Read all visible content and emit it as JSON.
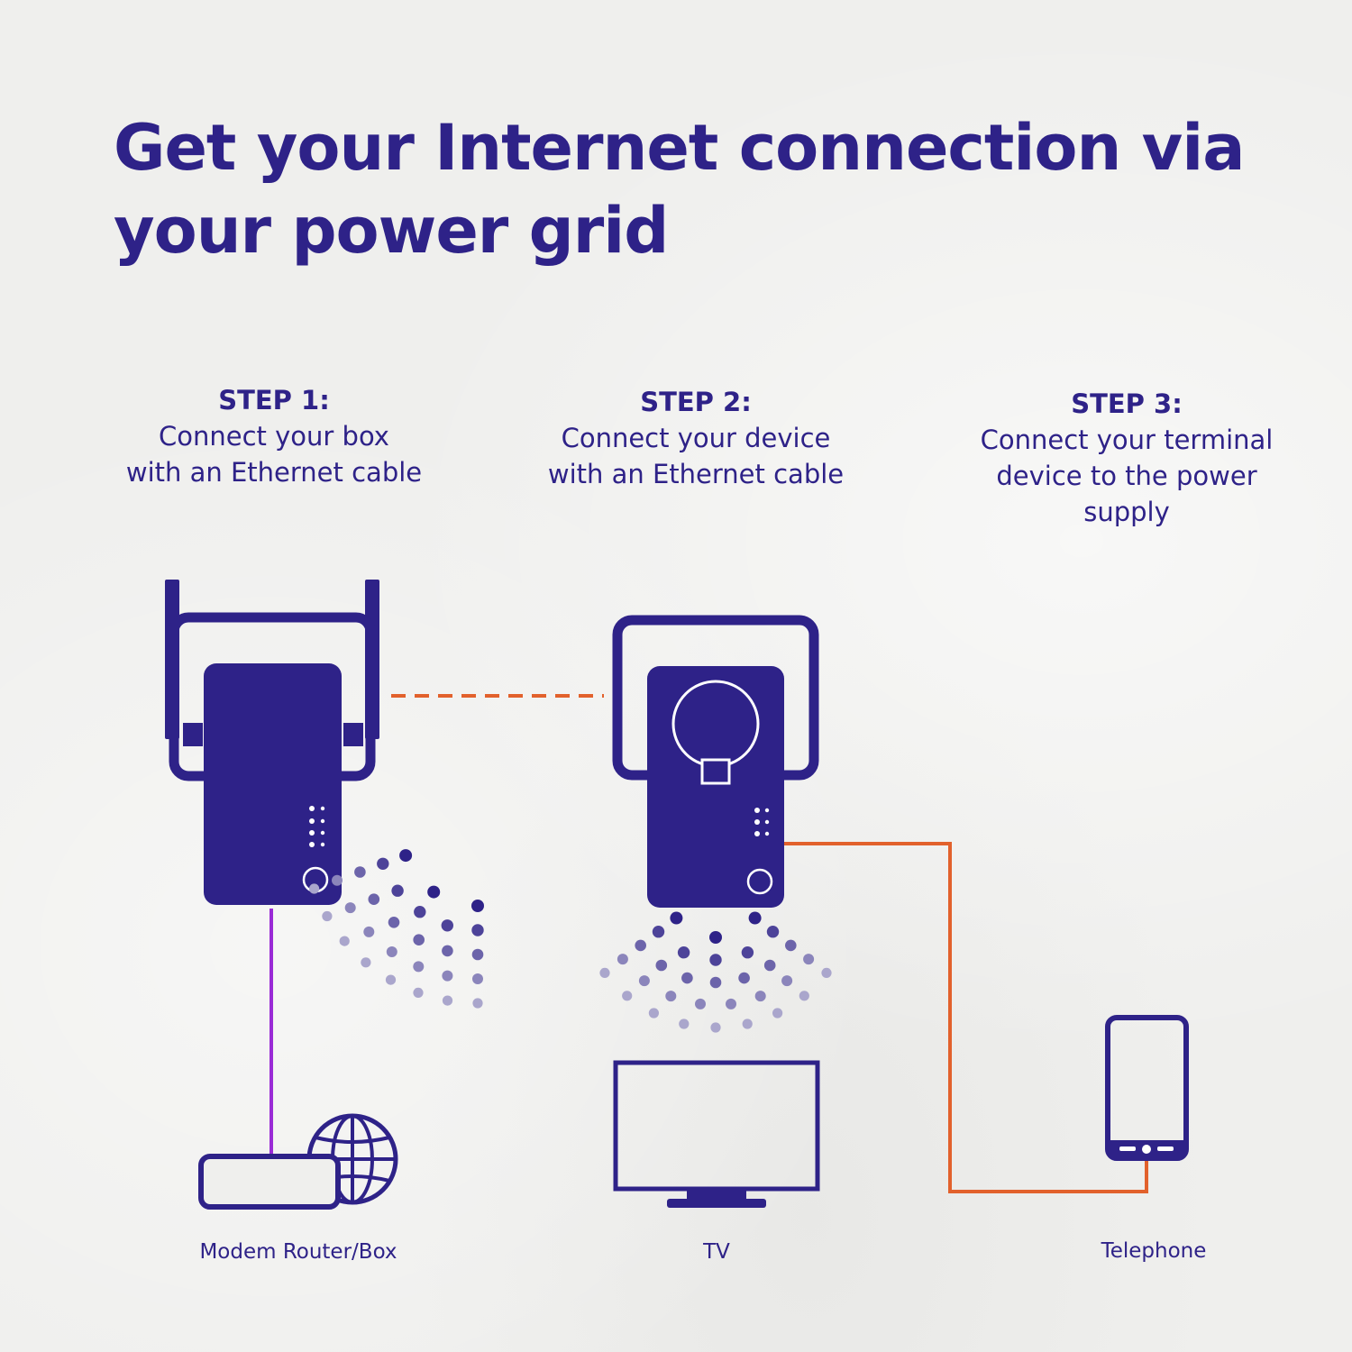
{
  "title": "Get your Internet connection via your power grid",
  "steps": [
    {
      "title": "STEP 1:",
      "description": "Connect your box\nwith an Ethernet cable"
    },
    {
      "title": "STEP 2:",
      "description": "Connect your device\nwith an Ethernet cable"
    },
    {
      "title": "STEP 3:",
      "description": "Connect your terminal\ndevice to the power\nsupply"
    }
  ],
  "labels": {
    "modem": "Modem Router/Box",
    "tv": "TV",
    "telephone": "Telephone"
  },
  "colors": {
    "primary": "#2e2288",
    "wifi_light": "#aaa6cc",
    "orange": "#e2612c",
    "purple_cable": "#9a2bd6",
    "background": "#efefed"
  },
  "icons": {
    "adapter_1": "wifi-powerline-adapter-icon",
    "adapter_2": "passthrough-powerline-adapter-icon",
    "modem": "modem-router-icon",
    "globe": "globe-icon",
    "tv": "tv-icon",
    "phone": "smartphone-icon"
  }
}
